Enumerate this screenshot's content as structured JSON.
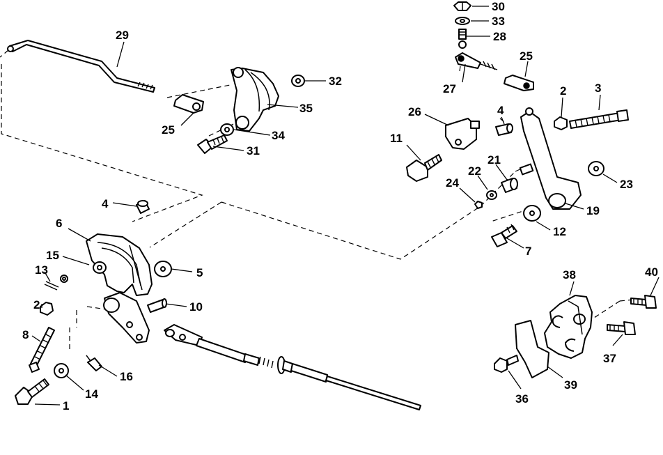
{
  "diagram": {
    "callouts": {
      "c1": "1",
      "c2a": "2",
      "c2b": "2",
      "c3": "3",
      "c4a": "4",
      "c4b": "4",
      "c5": "5",
      "c6": "6",
      "c7": "7",
      "c8": "8",
      "c10": "10",
      "c11": "11",
      "c12": "12",
      "c13": "13",
      "c14": "14",
      "c15": "15",
      "c16": "16",
      "c19": "19",
      "c21": "21",
      "c22": "22",
      "c23": "23",
      "c24": "24",
      "c25a": "25",
      "c25b": "25",
      "c26": "26",
      "c27": "27",
      "c28": "28",
      "c29": "29",
      "c30": "30",
      "c31": "31",
      "c32": "32",
      "c33": "33",
      "c34": "34",
      "c35": "35",
      "c36": "36",
      "c37": "37",
      "c38": "38",
      "c39": "39",
      "c40": "40"
    }
  }
}
